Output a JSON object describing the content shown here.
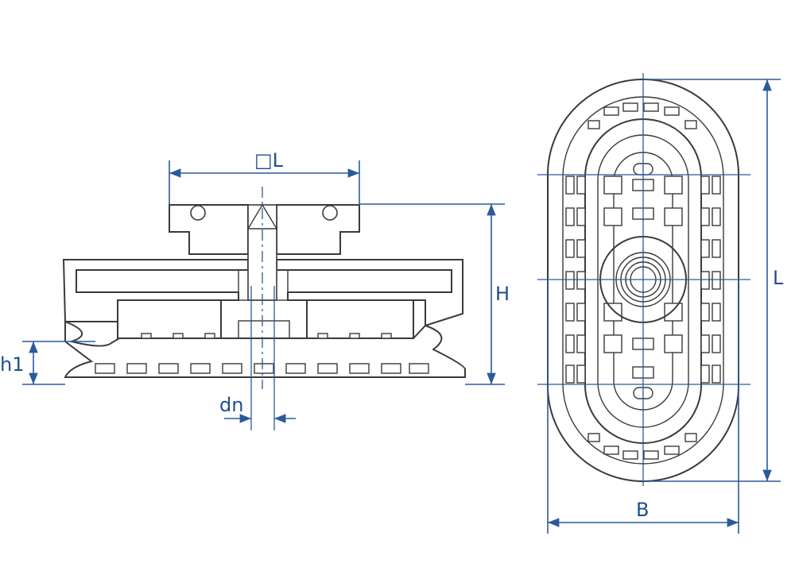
{
  "labels": {
    "side_width": "□L",
    "height": "H",
    "lip_height": "h1",
    "nozzle_diameter": "dn",
    "length": "L",
    "width": "B"
  },
  "colors": {
    "dimension": "#2b5a9b",
    "label": "#1f4e8c",
    "outline": "#3a3a3a"
  }
}
